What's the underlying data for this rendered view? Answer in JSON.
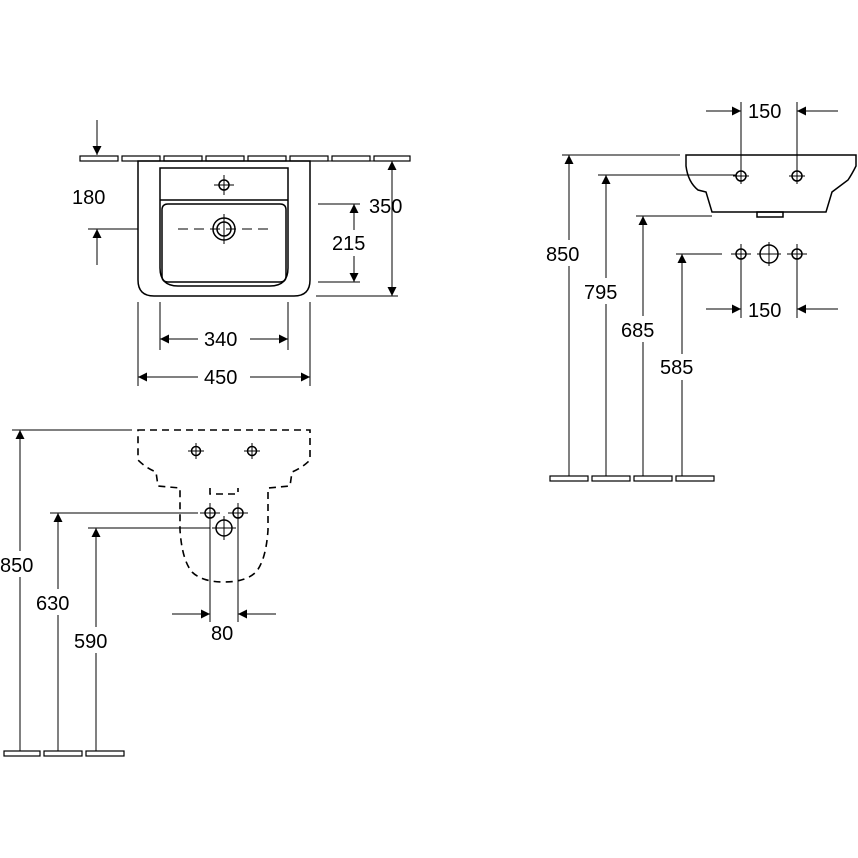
{
  "dimensions": {
    "top_view": {
      "rim_depth": "180",
      "overall_depth": "350",
      "bowl_depth": "215",
      "bowl_width": "340",
      "overall_width": "450"
    },
    "side_view": {
      "tap_spacing": "150",
      "rim_height": "850",
      "tap_height": "795",
      "drain_height": "685",
      "supply_height": "585",
      "supply_spacing": "150"
    },
    "front_view": {
      "rim_height": "850",
      "supply_height": "630",
      "drain_height": "590",
      "supply_spacing": "80"
    }
  },
  "colors": {
    "line": "#000000",
    "background": "#ffffff"
  }
}
